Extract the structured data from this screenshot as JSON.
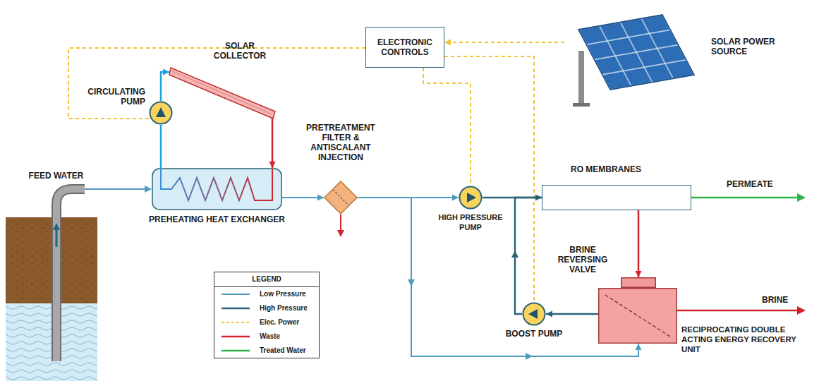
{
  "diagram": {
    "nodes": [
      {
        "text": [
          "ELECTRONIC CONTROLS"
        ]
      },
      {
        "text": [
          "SOLAR COLLECTOR"
        ]
      },
      {
        "text": [
          "SOLAR POWER SOURCE"
        ]
      },
      {
        "text": [
          "CIRCULATING PUMP"
        ]
      },
      {
        "text": [
          "PREHEATING HEAT EXCHANGER"
        ]
      },
      {
        "text": [
          "PRETREATMENT FILTER & ANTISCALANT INJECTION"
        ]
      },
      {
        "text": [
          "HIGH PRESSURE PUMP"
        ]
      },
      {
        "text": [
          "RO MEMBRANES"
        ]
      },
      {
        "text": [
          "BRINE REVERSING VALVE"
        ]
      },
      {
        "text": [
          "BOOST PUMP"
        ]
      },
      {
        "text": [
          "RECIPROCATING DOUBLE ACTING ENERGY RECOVERY UNIT"
        ]
      }
    ],
    "edges": [
      {
        "from": 2,
        "to": 0,
        "arrow": "to"
      },
      {
        "from": 0,
        "to": 3,
        "arrow": "none"
      },
      {
        "from": 0,
        "to": 6,
        "arrow": "none"
      },
      {
        "from": 0,
        "to": 9,
        "arrow": "none"
      },
      {
        "from": 3,
        "to": 1,
        "arrow": "to"
      },
      {
        "from": 1,
        "to": 4,
        "arrow": "to"
      },
      {
        "from": 4,
        "to": 3,
        "arrow": "none"
      },
      {
        "from": 4,
        "to": 5,
        "arrow": "to"
      },
      {
        "from": 5,
        "to": 6,
        "arrow": "to"
      },
      {
        "from": 6,
        "to": 7,
        "arrow": "none"
      },
      {
        "from": 7,
        "to": 8,
        "arrow": "to"
      },
      {
        "from": 5,
        "to": 10,
        "arrow": "to"
      },
      {
        "from": 10,
        "to": 9,
        "arrow": "to"
      },
      {
        "from": 9,
        "to": 7,
        "arrow": "to"
      }
    ],
    "labels": [
      "FEED WATER",
      "PERMEATE",
      "BRINE",
      "LEGEND"
    ],
    "legend": [
      {
        "text": "Low Pressure"
      },
      {
        "text": "High Pressure"
      },
      {
        "text": "Elec. Power"
      },
      {
        "text": "Waste"
      },
      {
        "text": "Treated Water"
      }
    ]
  }
}
